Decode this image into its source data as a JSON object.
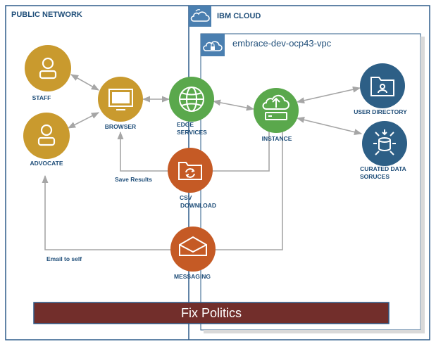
{
  "regions": {
    "public_network": "PUBLIC NETWORK",
    "ibm_cloud": "IBM CLOUD",
    "vpc": "embrace-dev-ocp43-vpc"
  },
  "nodes": {
    "staff": {
      "label": "STAFF",
      "color": "#c99a2e",
      "icon": "person-icon"
    },
    "advocate": {
      "label": "ADVOCATE",
      "color": "#c99a2e",
      "icon": "person-icon"
    },
    "browser": {
      "label": "BROWSER",
      "color": "#c99a2e",
      "icon": "monitor-icon"
    },
    "edge": {
      "label_line1": "EDGE",
      "label_line2": "SERVICES",
      "color": "#5aa84c",
      "icon": "globe-icon"
    },
    "instance": {
      "label": "INSTANCE",
      "color": "#5aa84c",
      "icon": "cloud-upload-server-icon"
    },
    "user_directory": {
      "label": "USER DIRECTORY",
      "color": "#2d5f86",
      "icon": "folder-user-icon"
    },
    "curated": {
      "label_line1": "CURATED DATA",
      "label_line2": "SORUCES",
      "color": "#2d5f86",
      "icon": "database-icon"
    },
    "csv": {
      "label_line1": "CSV",
      "label_line2": "DOWNLOAD",
      "color": "#c55a25",
      "icon": "folder-sync-icon"
    },
    "messaging": {
      "label": "MESSAGING",
      "color": "#c55a25",
      "icon": "envelope-icon"
    }
  },
  "edge_labels": {
    "save_results": "Save Results",
    "email_to_self": "Email to self"
  },
  "banner": {
    "text": "Fix Politics",
    "color": "#722e2b"
  }
}
